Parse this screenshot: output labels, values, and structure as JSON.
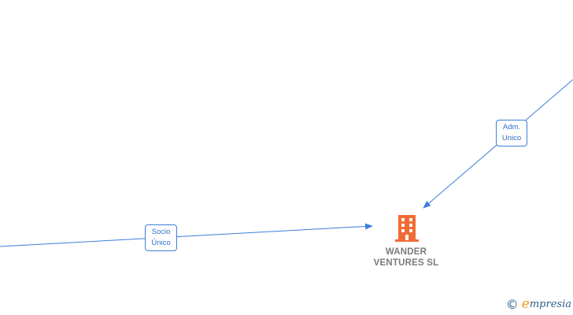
{
  "edges": [
    {
      "id": "adm",
      "label_line1": "Adm.",
      "label_line2": "Unico"
    },
    {
      "id": "socio",
      "label_line1": "Socio",
      "label_line2": "Único"
    }
  ],
  "company": {
    "name_line1": "WANDER",
    "name_line2": "VENTURES  SL",
    "icon": "building-icon",
    "icon_color": "#f26b35"
  },
  "colors": {
    "edge": "#3b7fd9",
    "label_text": "#2f6fc8",
    "company_text": "#7a7a7a",
    "brand": "#2e5e8c",
    "brand_accent": "#f09a1a"
  },
  "watermark": {
    "copyright_symbol": "©",
    "brand_initial": "e",
    "brand_rest": "mpresia"
  }
}
